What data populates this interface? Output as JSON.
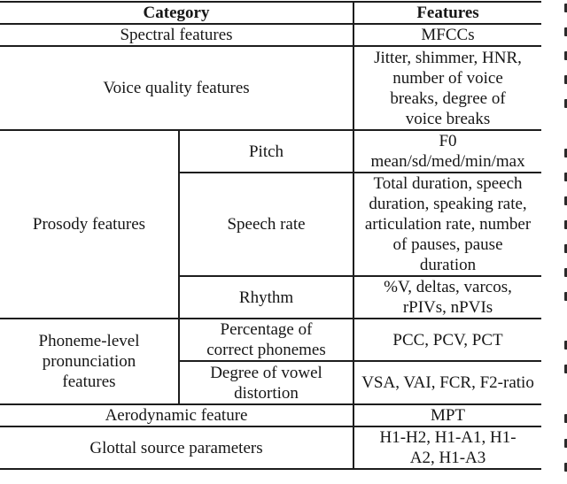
{
  "table": {
    "headers": {
      "category": "Category",
      "features": "Features"
    },
    "rows": [
      {
        "category": "Spectral features",
        "features": "MFCCs"
      },
      {
        "category": "Voice quality features",
        "features": "Jitter, shimmer, HNR, number of voice breaks, degree of voice breaks"
      },
      {
        "category": "Prosody features",
        "sub": [
          {
            "name": "Pitch",
            "features": "F0\nmean/sd/med/min/max"
          },
          {
            "name": "Speech rate",
            "features": "Total duration, speech duration, speaking rate, articulation rate, number of pauses, pause duration"
          },
          {
            "name": "Rhythm",
            "features": "%V, deltas, varcos, rPIVs, nPVIs"
          }
        ]
      },
      {
        "category": "Phoneme-level pronunciation features",
        "sub": [
          {
            "name": "Percentage of correct phonemes",
            "features": "PCC, PCV, PCT"
          },
          {
            "name": "Degree of vowel distortion",
            "features": "VSA, VAI, FCR, F2-ratio"
          }
        ]
      },
      {
        "category": "Aerodynamic feature",
        "features": "MPT"
      },
      {
        "category": "Glottal source parameters",
        "features": "H1-H2, H1-A1, H1-A2, H1-A3"
      }
    ]
  },
  "colors": {
    "rule": "#1d1d1d",
    "text": "#161616",
    "background": "#ffffff"
  },
  "right_edge_fragments": {
    "ys": [
      4,
      31,
      58,
      85,
      112,
      168,
      195,
      222,
      249,
      276,
      303,
      330,
      385,
      412,
      468,
      496,
      523
    ]
  }
}
